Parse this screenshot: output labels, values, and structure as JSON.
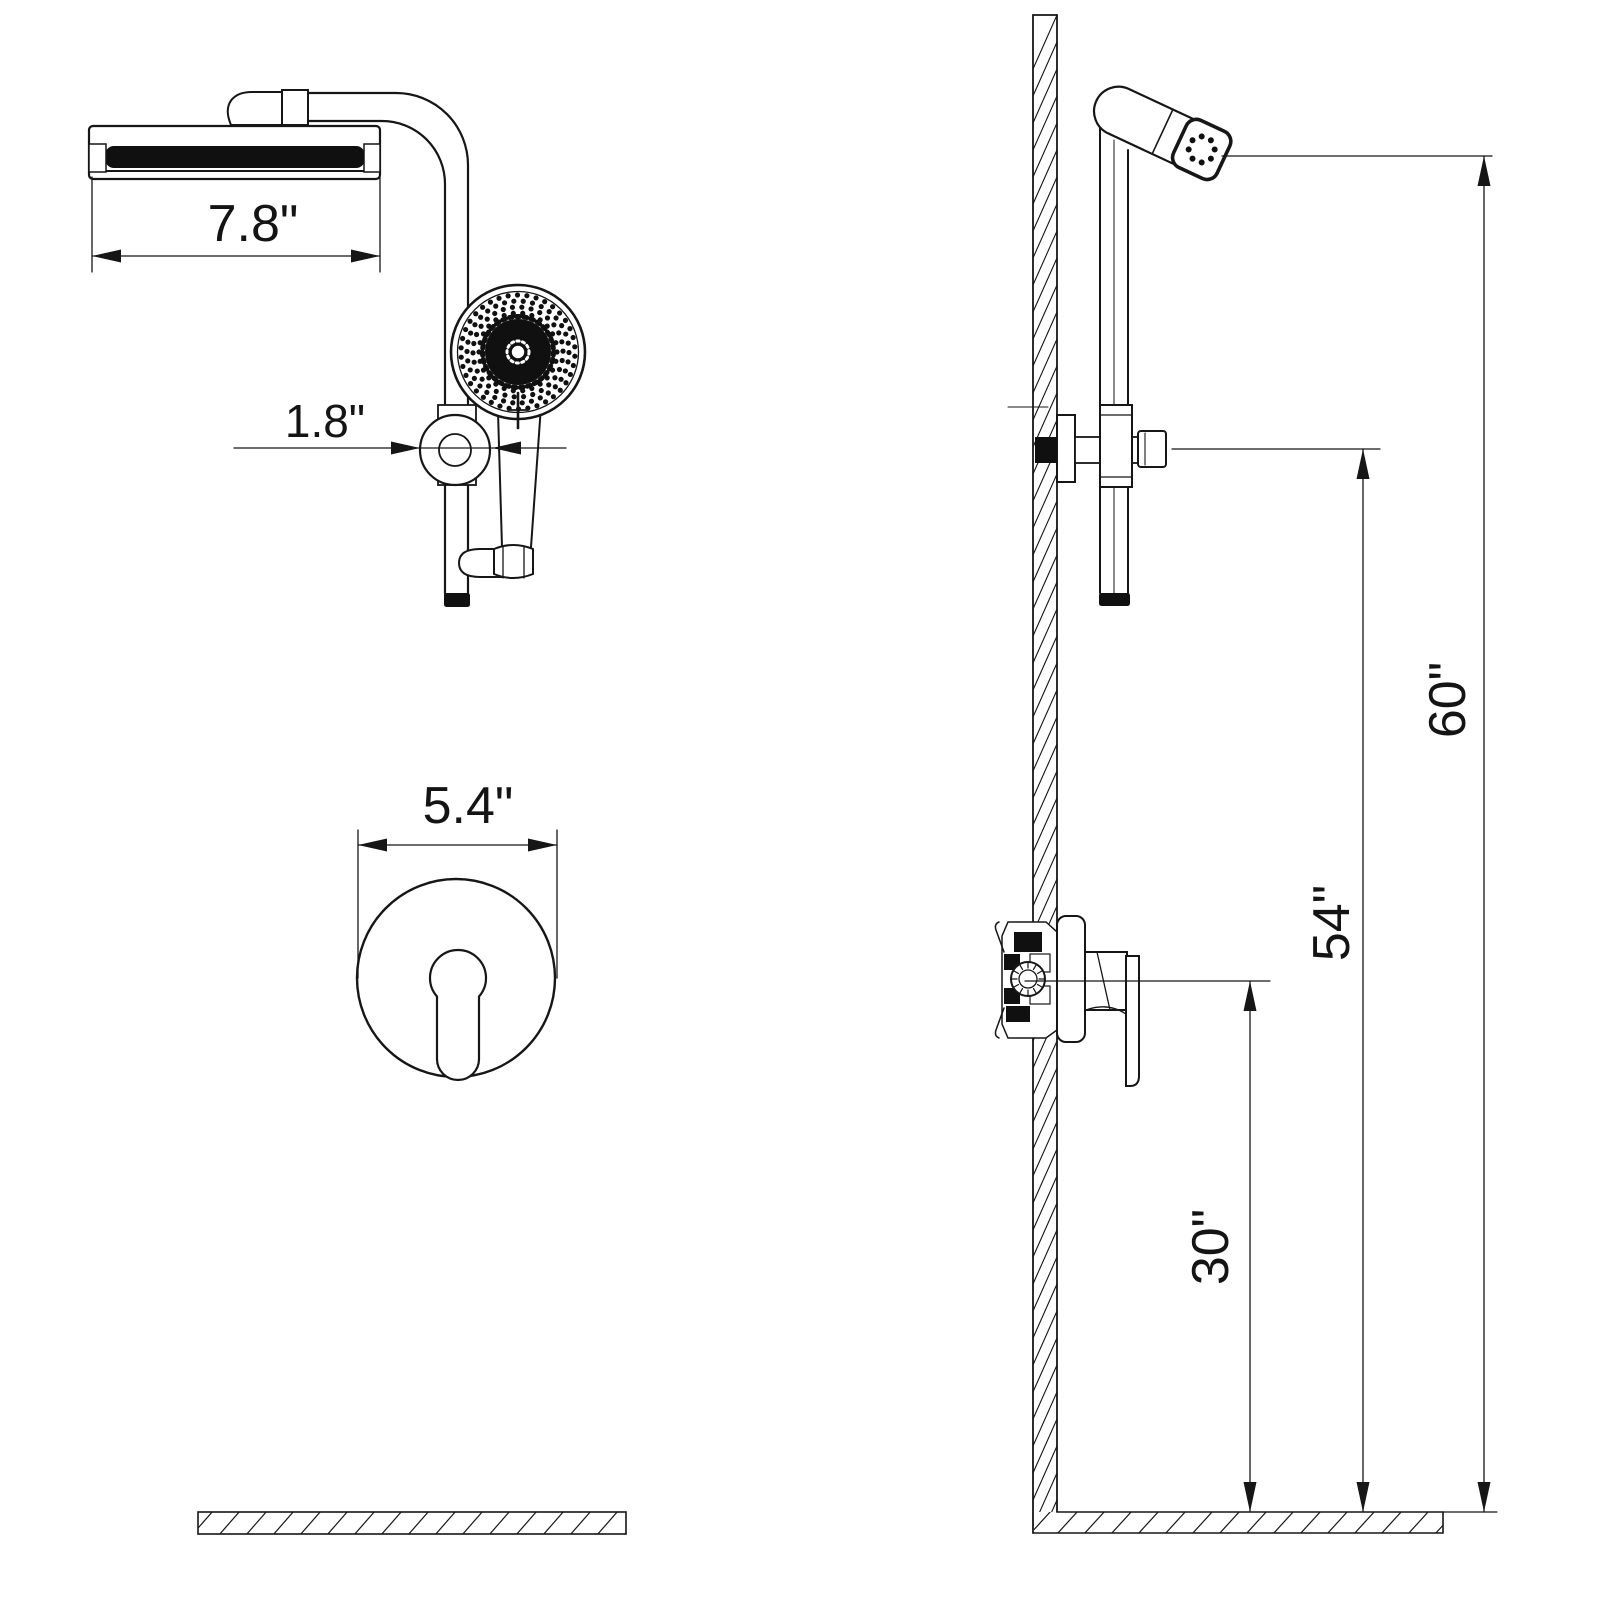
{
  "drawing": {
    "kind": "shower-system-installation-dimension-diagram",
    "views": {
      "front": {
        "labels": {
          "rain_head_width": "7.8\"",
          "holder_diameter": "1.8\"",
          "valve_plate_width": "5.4\""
        }
      },
      "side": {
        "labels": {
          "showerhead_height": "60\"",
          "slide_bar_height": "54\"",
          "valve_height": "30\""
        }
      }
    },
    "colors": {
      "line": "#161616",
      "background": "#ffffff",
      "solid_fill": "#101010"
    }
  }
}
